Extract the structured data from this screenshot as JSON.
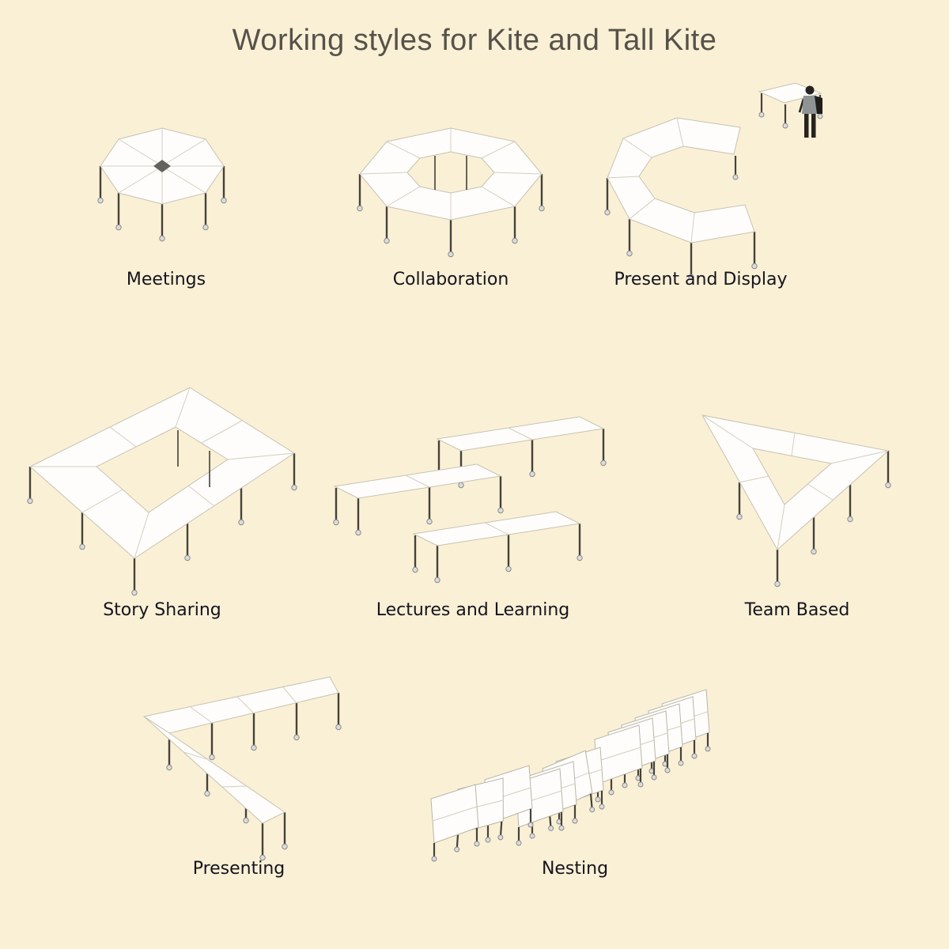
{
  "page": {
    "title": "Working styles for Kite and Tall Kite",
    "background_color": "#faf0d5",
    "title_color": "#56524a",
    "label_color": "#14141e",
    "tabletop_color": "#fefdfb",
    "leg_color": "#45423a"
  },
  "arrangements": [
    {
      "label": "Meetings",
      "illustration": "octagon-ring-of-tables-icon"
    },
    {
      "label": "Collaboration",
      "illustration": "oval-ring-of-tables-icon"
    },
    {
      "label": "Present and Display",
      "illustration": "c-shaped-tables-with-presenter-icon"
    },
    {
      "label": "Story Sharing",
      "illustration": "rectangle-ring-of-tables-icon"
    },
    {
      "label": "Lectures and Learning",
      "illustration": "three-rows-of-tables-icon"
    },
    {
      "label": "Team Based",
      "illustration": "triangle-ring-of-tables-icon"
    },
    {
      "label": "Presenting",
      "illustration": "chevron-run-of-tables-icon"
    },
    {
      "label": "Nesting",
      "illustration": "folded-nested-tables-icon"
    }
  ]
}
